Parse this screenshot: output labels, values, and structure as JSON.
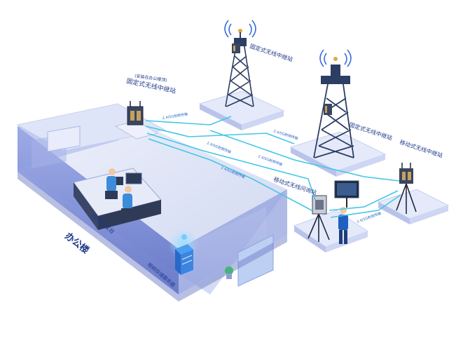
{
  "labels": {
    "roof_relay_note": "(安装在办公楼顶)",
    "roof_relay": "固定式无线中继站",
    "tower1_relay": "固定式无线中继站",
    "tower2_relay": "固定式无线中继站",
    "mobile_relay": "移动式无线中继站",
    "mobile_query": "移动式无线问询站",
    "dispatch_desk": "问询调度台",
    "video_server": "视频存储服务器",
    "building": "办公楼"
  },
  "links": {
    "l1": "2.4/5G射频传输",
    "l2": "2.4/5G射频传输",
    "l3": "2.4/5G射频传输",
    "l4": "2.4/5G射频传输",
    "l5": "2.4/5G射频传输",
    "l6": "2.4/5G射频传输"
  },
  "colors": {
    "link": "#43c6e8",
    "building_wall": "#7f90d6",
    "building_floor": "#dfe5f6",
    "platform": "#e7ecfa",
    "tower": "#2c3e63",
    "accent": "#2b7fe0"
  },
  "icons": [
    "wifi-signal-icon",
    "antenna-icon",
    "relay-device-icon",
    "monitor-icon",
    "server-icon",
    "plant-icon",
    "person-icon",
    "tripod-icon"
  ]
}
